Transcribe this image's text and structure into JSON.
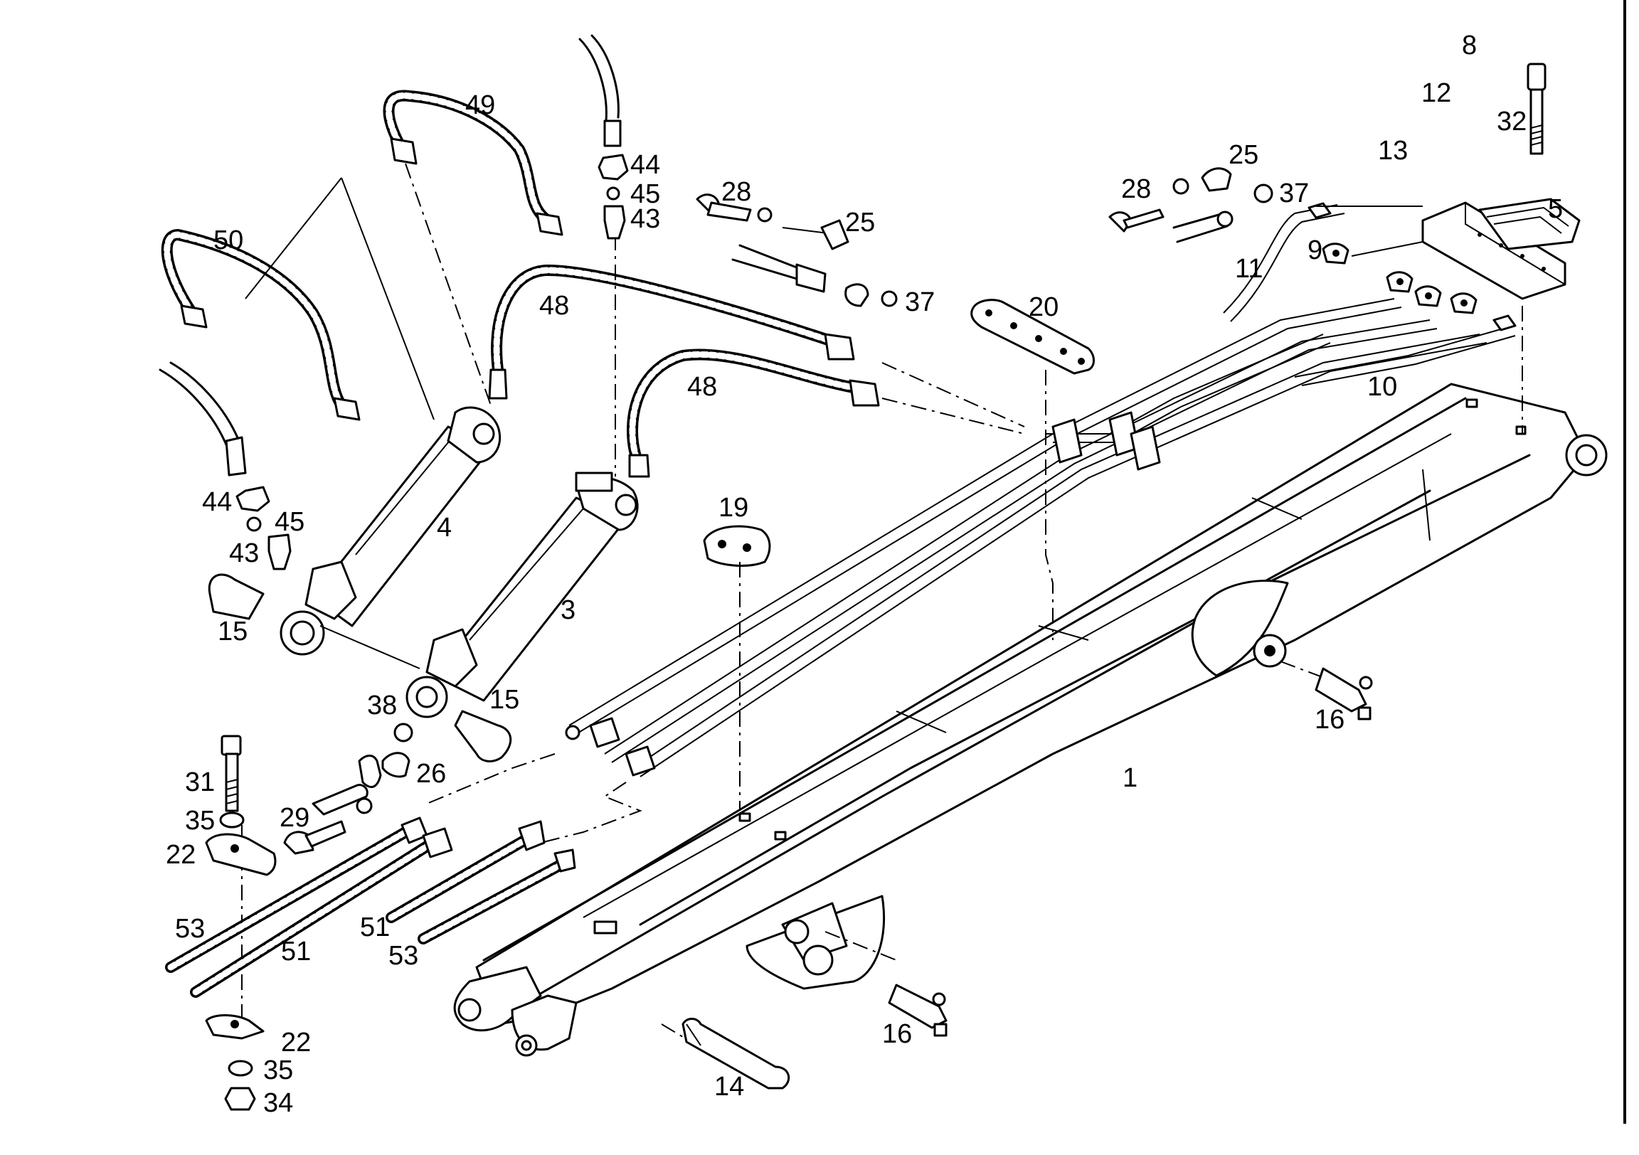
{
  "diagram": {
    "type": "exploded parts diagram",
    "labels": [
      {
        "id": "lbl-1",
        "text": "1"
      },
      {
        "id": "lbl-3",
        "text": "3"
      },
      {
        "id": "lbl-4",
        "text": "4"
      },
      {
        "id": "lbl-5",
        "text": "5"
      },
      {
        "id": "lbl-8",
        "text": "8"
      },
      {
        "id": "lbl-9",
        "text": "9"
      },
      {
        "id": "lbl-10",
        "text": "10"
      },
      {
        "id": "lbl-11",
        "text": "11"
      },
      {
        "id": "lbl-12",
        "text": "12"
      },
      {
        "id": "lbl-13",
        "text": "13"
      },
      {
        "id": "lbl-14",
        "text": "14"
      },
      {
        "id": "lbl-15a",
        "text": "15"
      },
      {
        "id": "lbl-15b",
        "text": "15"
      },
      {
        "id": "lbl-16a",
        "text": "16"
      },
      {
        "id": "lbl-16b",
        "text": "16"
      },
      {
        "id": "lbl-19",
        "text": "19"
      },
      {
        "id": "lbl-20",
        "text": "20"
      },
      {
        "id": "lbl-22a",
        "text": "22"
      },
      {
        "id": "lbl-22b",
        "text": "22"
      },
      {
        "id": "lbl-25a",
        "text": "25"
      },
      {
        "id": "lbl-25b",
        "text": "25"
      },
      {
        "id": "lbl-26",
        "text": "26"
      },
      {
        "id": "lbl-28a",
        "text": "28"
      },
      {
        "id": "lbl-28b",
        "text": "28"
      },
      {
        "id": "lbl-29",
        "text": "29"
      },
      {
        "id": "lbl-31",
        "text": "31"
      },
      {
        "id": "lbl-32",
        "text": "32"
      },
      {
        "id": "lbl-34",
        "text": "34"
      },
      {
        "id": "lbl-35a",
        "text": "35"
      },
      {
        "id": "lbl-35b",
        "text": "35"
      },
      {
        "id": "lbl-37a",
        "text": "37"
      },
      {
        "id": "lbl-37b",
        "text": "37"
      },
      {
        "id": "lbl-38",
        "text": "38"
      },
      {
        "id": "lbl-43a",
        "text": "43"
      },
      {
        "id": "lbl-43b",
        "text": "43"
      },
      {
        "id": "lbl-44a",
        "text": "44"
      },
      {
        "id": "lbl-44b",
        "text": "44"
      },
      {
        "id": "lbl-45a",
        "text": "45"
      },
      {
        "id": "lbl-45b",
        "text": "45"
      },
      {
        "id": "lbl-48a",
        "text": "48"
      },
      {
        "id": "lbl-48b",
        "text": "48"
      },
      {
        "id": "lbl-49",
        "text": "49"
      },
      {
        "id": "lbl-50",
        "text": "50"
      },
      {
        "id": "lbl-51a",
        "text": "51"
      },
      {
        "id": "lbl-51b",
        "text": "51"
      },
      {
        "id": "lbl-53a",
        "text": "53"
      },
      {
        "id": "lbl-53b",
        "text": "53"
      }
    ]
  }
}
